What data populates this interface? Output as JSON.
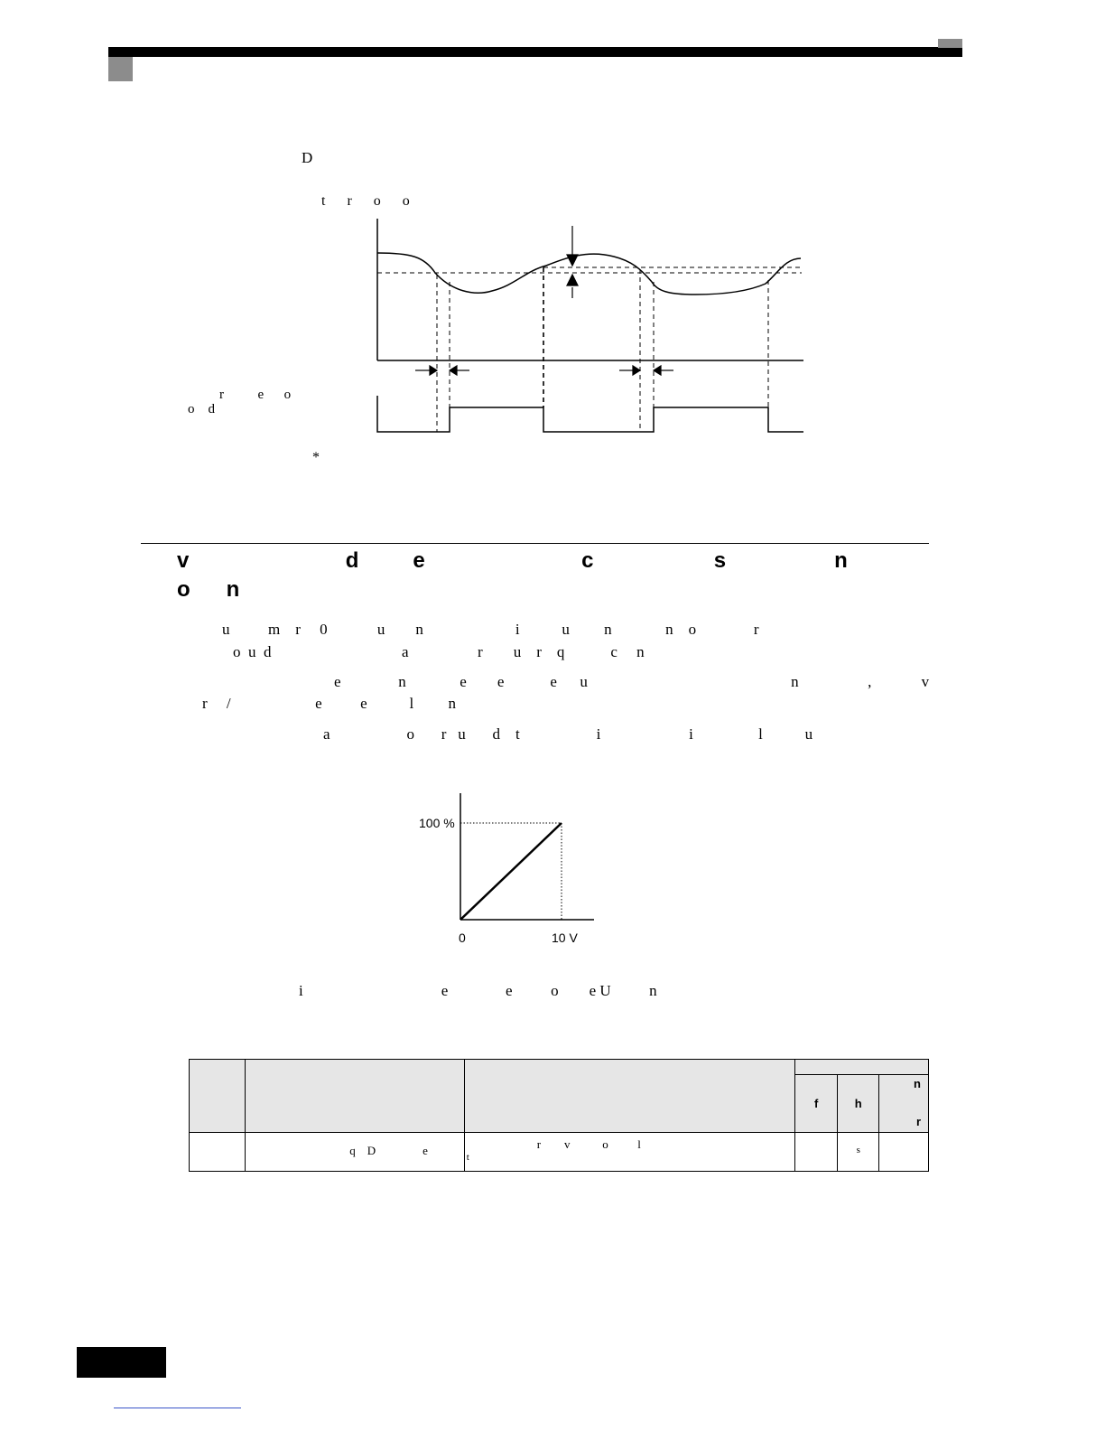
{
  "header": {
    "chapter_tab": "",
    "page_tab": ""
  },
  "figure1": {
    "caption_top": "D",
    "signal_label": "t      r      o      o",
    "output_label_line1": "r          e      o",
    "output_label_line2": "o    d",
    "note": "*"
  },
  "section": {
    "heading_line1": "v                          d         e                          c                    s                  n",
    "heading_line2": "o      n"
  },
  "paragraphs": [
    "u          m    r     0             u        n                        i           u         n              n    o               r",
    "o  u  d                                  a                  r        u    r    q            c     n",
    "e               n              e        e            e      u                                                     n                  ,             v",
    "r     /                      e          e           l         n",
    "a                    o       r   u       d    t                    i                       i                 l           u"
  ],
  "graph": {
    "y_label": "100 %",
    "x_start": "0",
    "x_end": "10 V"
  },
  "figure_note": "i                                    e               e          o        e U          n",
  "table": {
    "header_top": "",
    "sub_headers": [
      "f",
      "h",
      "n",
      "r"
    ],
    "row": {
      "name": "q    D                e",
      "desc_line1": "r        v           o          l",
      "desc_line2": "t",
      "col_h": "s"
    }
  },
  "footer": {
    "page_number": ""
  }
}
